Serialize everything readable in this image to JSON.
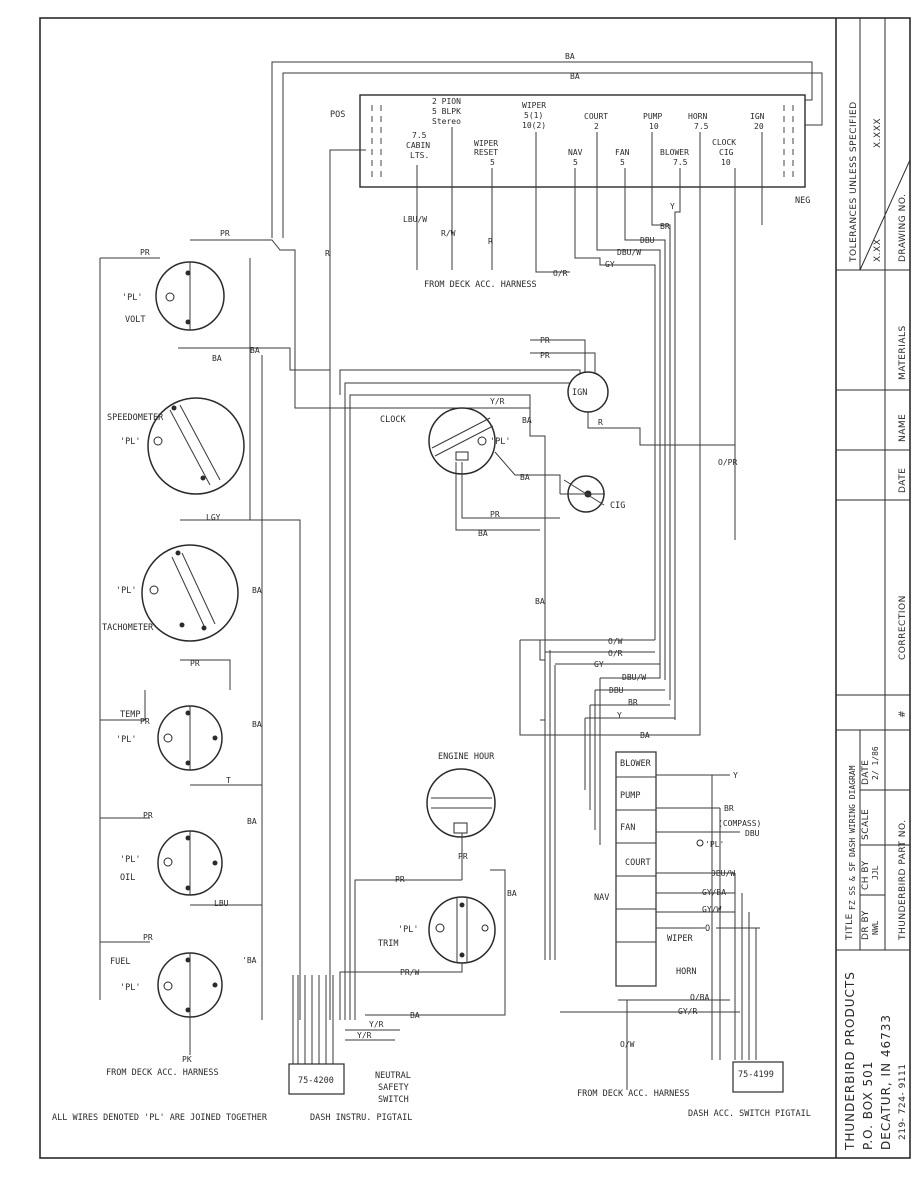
{
  "fuse_panel": {
    "pos": "POS",
    "neg": "NEG",
    "stereo": [
      "2 PION",
      "5 BLPK",
      "Stereo"
    ],
    "cabin": [
      "7.5",
      "CABIN",
      "LTS."
    ],
    "wiper_reset": [
      "WIPER",
      "RESET",
      "5"
    ],
    "wiper": [
      "WIPER",
      "5(1)",
      "10(2)"
    ],
    "nav": [
      "NAV",
      "5"
    ],
    "court": [
      "COURT",
      "2"
    ],
    "fan": [
      "FAN",
      "5"
    ],
    "pump": [
      "PUMP",
      "10"
    ],
    "horn": [
      "HORN",
      "7.5"
    ],
    "blower": [
      "BLOWER",
      "7.5"
    ],
    "clock_cig": [
      "CLOCK",
      "CIG",
      "10"
    ],
    "ign": [
      "IGN",
      "20"
    ]
  },
  "gauges": {
    "volt": "VOLT",
    "speedometer": "SPEEDOMETER",
    "tachometer": "TACHOMETER",
    "temp": "TEMP",
    "oil": "OIL",
    "fuel": "FUEL",
    "clock": "CLOCK",
    "cig": "CIG",
    "ign": "IGN",
    "engine_hour": "ENGINE HOUR",
    "trim": "TRIM",
    "pl": "'PL'"
  },
  "switches": [
    "BLOWER",
    "PUMP",
    "FAN",
    "COURT",
    "NAV",
    "WIPER",
    "HORN"
  ],
  "wires": {
    "ba": "BA",
    "pr": "PR",
    "r": "R",
    "y": "Y",
    "br": "BR",
    "dbu": "DBU",
    "dbu_w": "DBU/W",
    "gy": "GY",
    "o_r": "O/R",
    "o_w": "O/W",
    "o_pr": "O/PR",
    "y_r": "Y/R",
    "lgy": "LGY",
    "t": "T",
    "lbu": "LBU",
    "lbu_w": "LBU/W",
    "r_w": "R/W",
    "pr_w": "PR/W",
    "pk": "PK",
    "gy_ba": "GY/BA",
    "gy_w": "GY/W",
    "gy_r": "GY/R",
    "o": "O",
    "o_ba": "O/BA",
    "compass": "(COMPASS)",
    "ba_quote": "'BA"
  },
  "labels": {
    "from_deck_top": "FROM DECK ACC. HARNESS",
    "from_deck_left": "FROM DECK ACC. HARNESS",
    "from_deck_right": "FROM DECK ACC. HARNESS",
    "pl_note": "ALL WIRES DENOTED 'PL' ARE JOINED TOGETHER",
    "dash_instru": "DASH INSTRU. PIGTAIL",
    "dash_acc": "DASH ACC. SWITCH PIGTAIL",
    "connector_left": "75-4200",
    "connector_right": "75-4199",
    "neutral": [
      "NEUTRAL",
      "SAFETY",
      "SWITCH"
    ]
  },
  "title_block": {
    "tolerances": "TOLERANCES UNLESS SPECIFIED",
    "xx": "X.XX",
    "xxx": "X.XXX",
    "drawing_no": "DRAWING NO.",
    "materials": "MATERIALS",
    "name": "NAME",
    "date": "DATE",
    "correction": "CORRECTION",
    "hash": "#",
    "title_label": "TITLE",
    "title_text": "FZ SS & SF DASH WIRING DIAGRAM",
    "dr_by": "DR BY",
    "dr_by_val": "NWL",
    "ch_by": "CH BY",
    "ch_by_val": "JJL",
    "scale": "SCALE",
    "date_label": "DATE",
    "date_val": "2/ 1/86",
    "company": "THUNDERBIRD  PRODUCTS",
    "part_no": "THUNDERBIRD  PART NO.",
    "po_box": "P.O.  BOX  501",
    "city": "DECATUR, IN  46733",
    "phone": "219- 724- 9111"
  }
}
